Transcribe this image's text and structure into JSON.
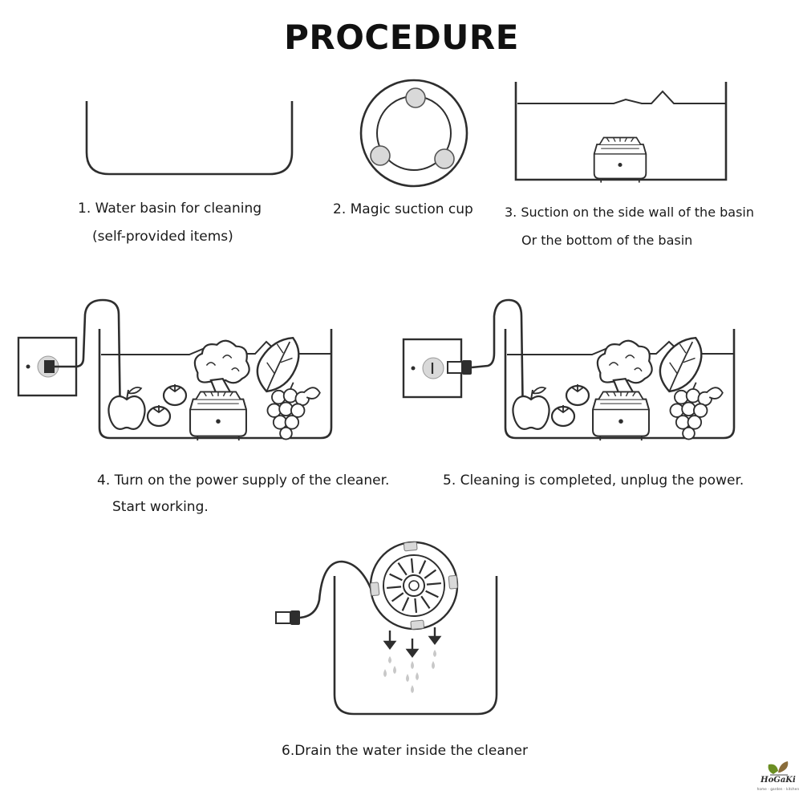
{
  "title": "PROCEDURE",
  "steps": {
    "s1": {
      "line1": "1. Water basin for cleaning",
      "line2": "(self-provided items)"
    },
    "s2": {
      "line1": "2. Magic suction cup"
    },
    "s3": {
      "line1": "3. Suction on the side wall of the basin",
      "line2": "Or the bottom of the basin"
    },
    "s4": {
      "line1": "4. Turn on the power supply of the cleaner.",
      "line2": "Start working."
    },
    "s5": {
      "line1": "5. Cleaning is completed, unplug the power."
    },
    "s6": {
      "line1": "6.Drain the water inside the cleaner"
    }
  },
  "logo": {
    "name": "HoGaKi",
    "tagline": "home · garden · kitchen"
  },
  "colors": {
    "line": "#2e2e2e",
    "suction_cup": "#d9d9d9",
    "background": "#ffffff"
  },
  "icons": [
    "basin-icon",
    "suction-cup-icon",
    "cleaner-icon",
    "power-socket-icon",
    "usb-plug-icon",
    "broccoli-icon",
    "apple-icon",
    "tomato-icon",
    "grapes-icon",
    "leafy-greens-icon",
    "down-arrow-icon",
    "water-drop-icon",
    "leaf-logo-icon"
  ]
}
